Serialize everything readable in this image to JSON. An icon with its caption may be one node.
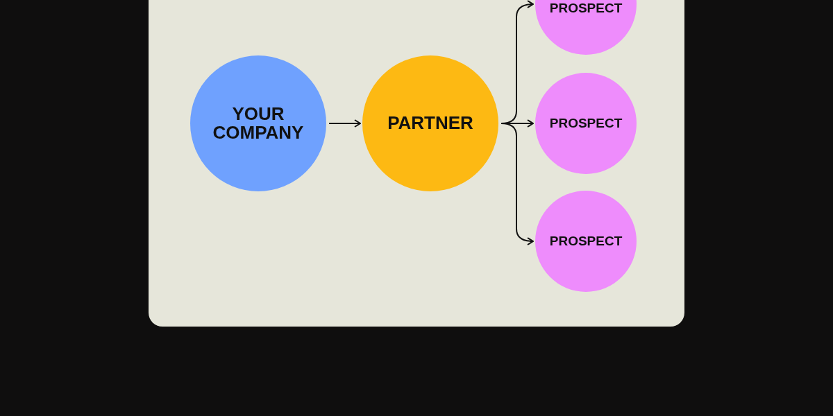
{
  "diagram": {
    "nodes": [
      {
        "text": [
          "YOUR COMPANY"
        ]
      },
      {
        "text": [
          "PARTNER"
        ]
      },
      {
        "text": [
          "PROSPECT"
        ]
      },
      {
        "text": [
          "PROSPECT"
        ]
      },
      {
        "text": [
          "PROSPECT"
        ]
      }
    ],
    "edges": [
      {
        "from": 0,
        "to": 1,
        "arrow": "to"
      },
      {
        "from": 1,
        "to": 2,
        "arrow": "to"
      },
      {
        "from": 1,
        "to": 3,
        "arrow": "to"
      },
      {
        "from": 1,
        "to": 4,
        "arrow": "to"
      }
    ]
  }
}
